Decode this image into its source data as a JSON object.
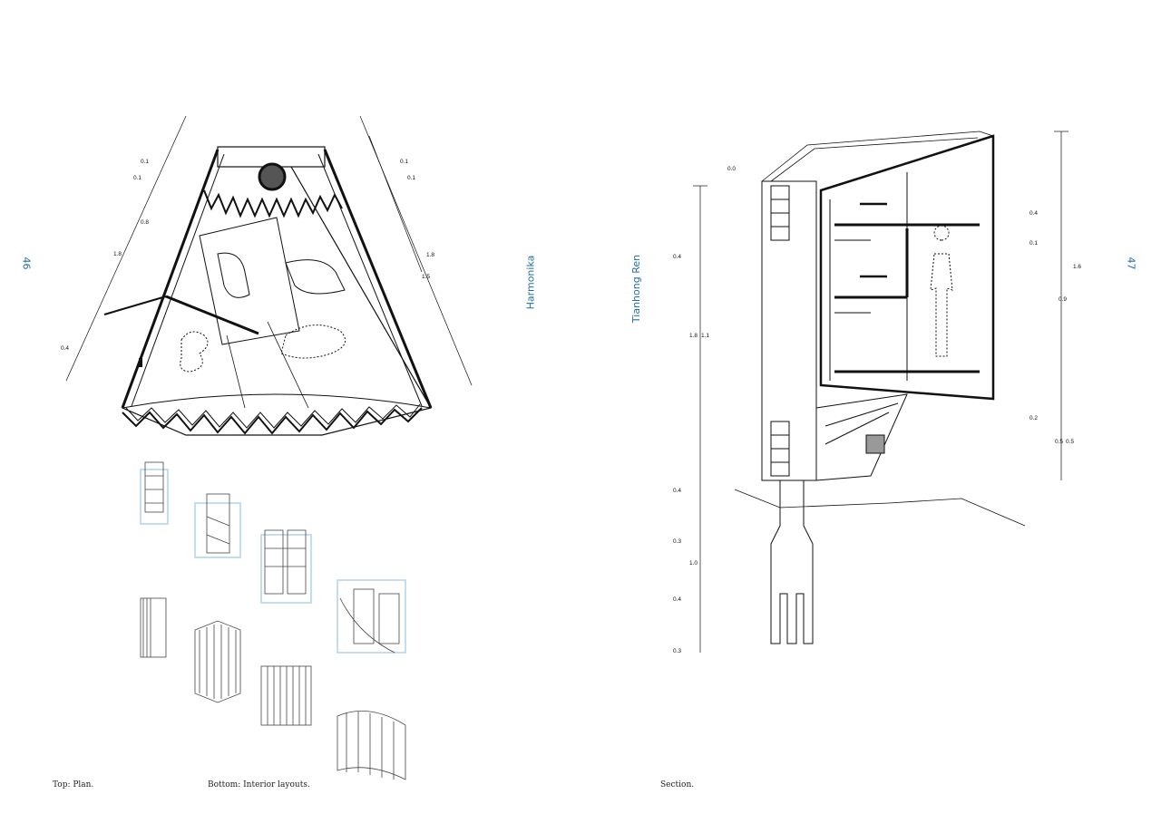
{
  "left_page": {
    "page_number": "46",
    "running_title": "Harmonika",
    "caption_top": "Top: Plan.",
    "caption_bottom": "Bottom: Interior layouts.",
    "plan_dimensions_left": [
      "0.1",
      "0.1",
      "0.8",
      "1.8",
      "0.4"
    ],
    "plan_dimensions_right": [
      "0.1",
      "0.1",
      "1.8",
      "1.5"
    ]
  },
  "right_page": {
    "page_number": "47",
    "author": "Tianhong Ren",
    "caption": "Section.",
    "section_dimensions_left": [
      "0.0",
      "0.4",
      "1.8",
      "1.1",
      "0.4",
      "0.3",
      "1.0",
      "0.4",
      "0.3"
    ],
    "section_dimensions_right": [
      "0.4",
      "0.1",
      "1.6",
      "0.9",
      "0.2",
      "0.5",
      "0.5"
    ]
  },
  "colors": {
    "accent": "#1f6fa6",
    "ink": "#111111",
    "light_blue": "#a9cde8"
  }
}
